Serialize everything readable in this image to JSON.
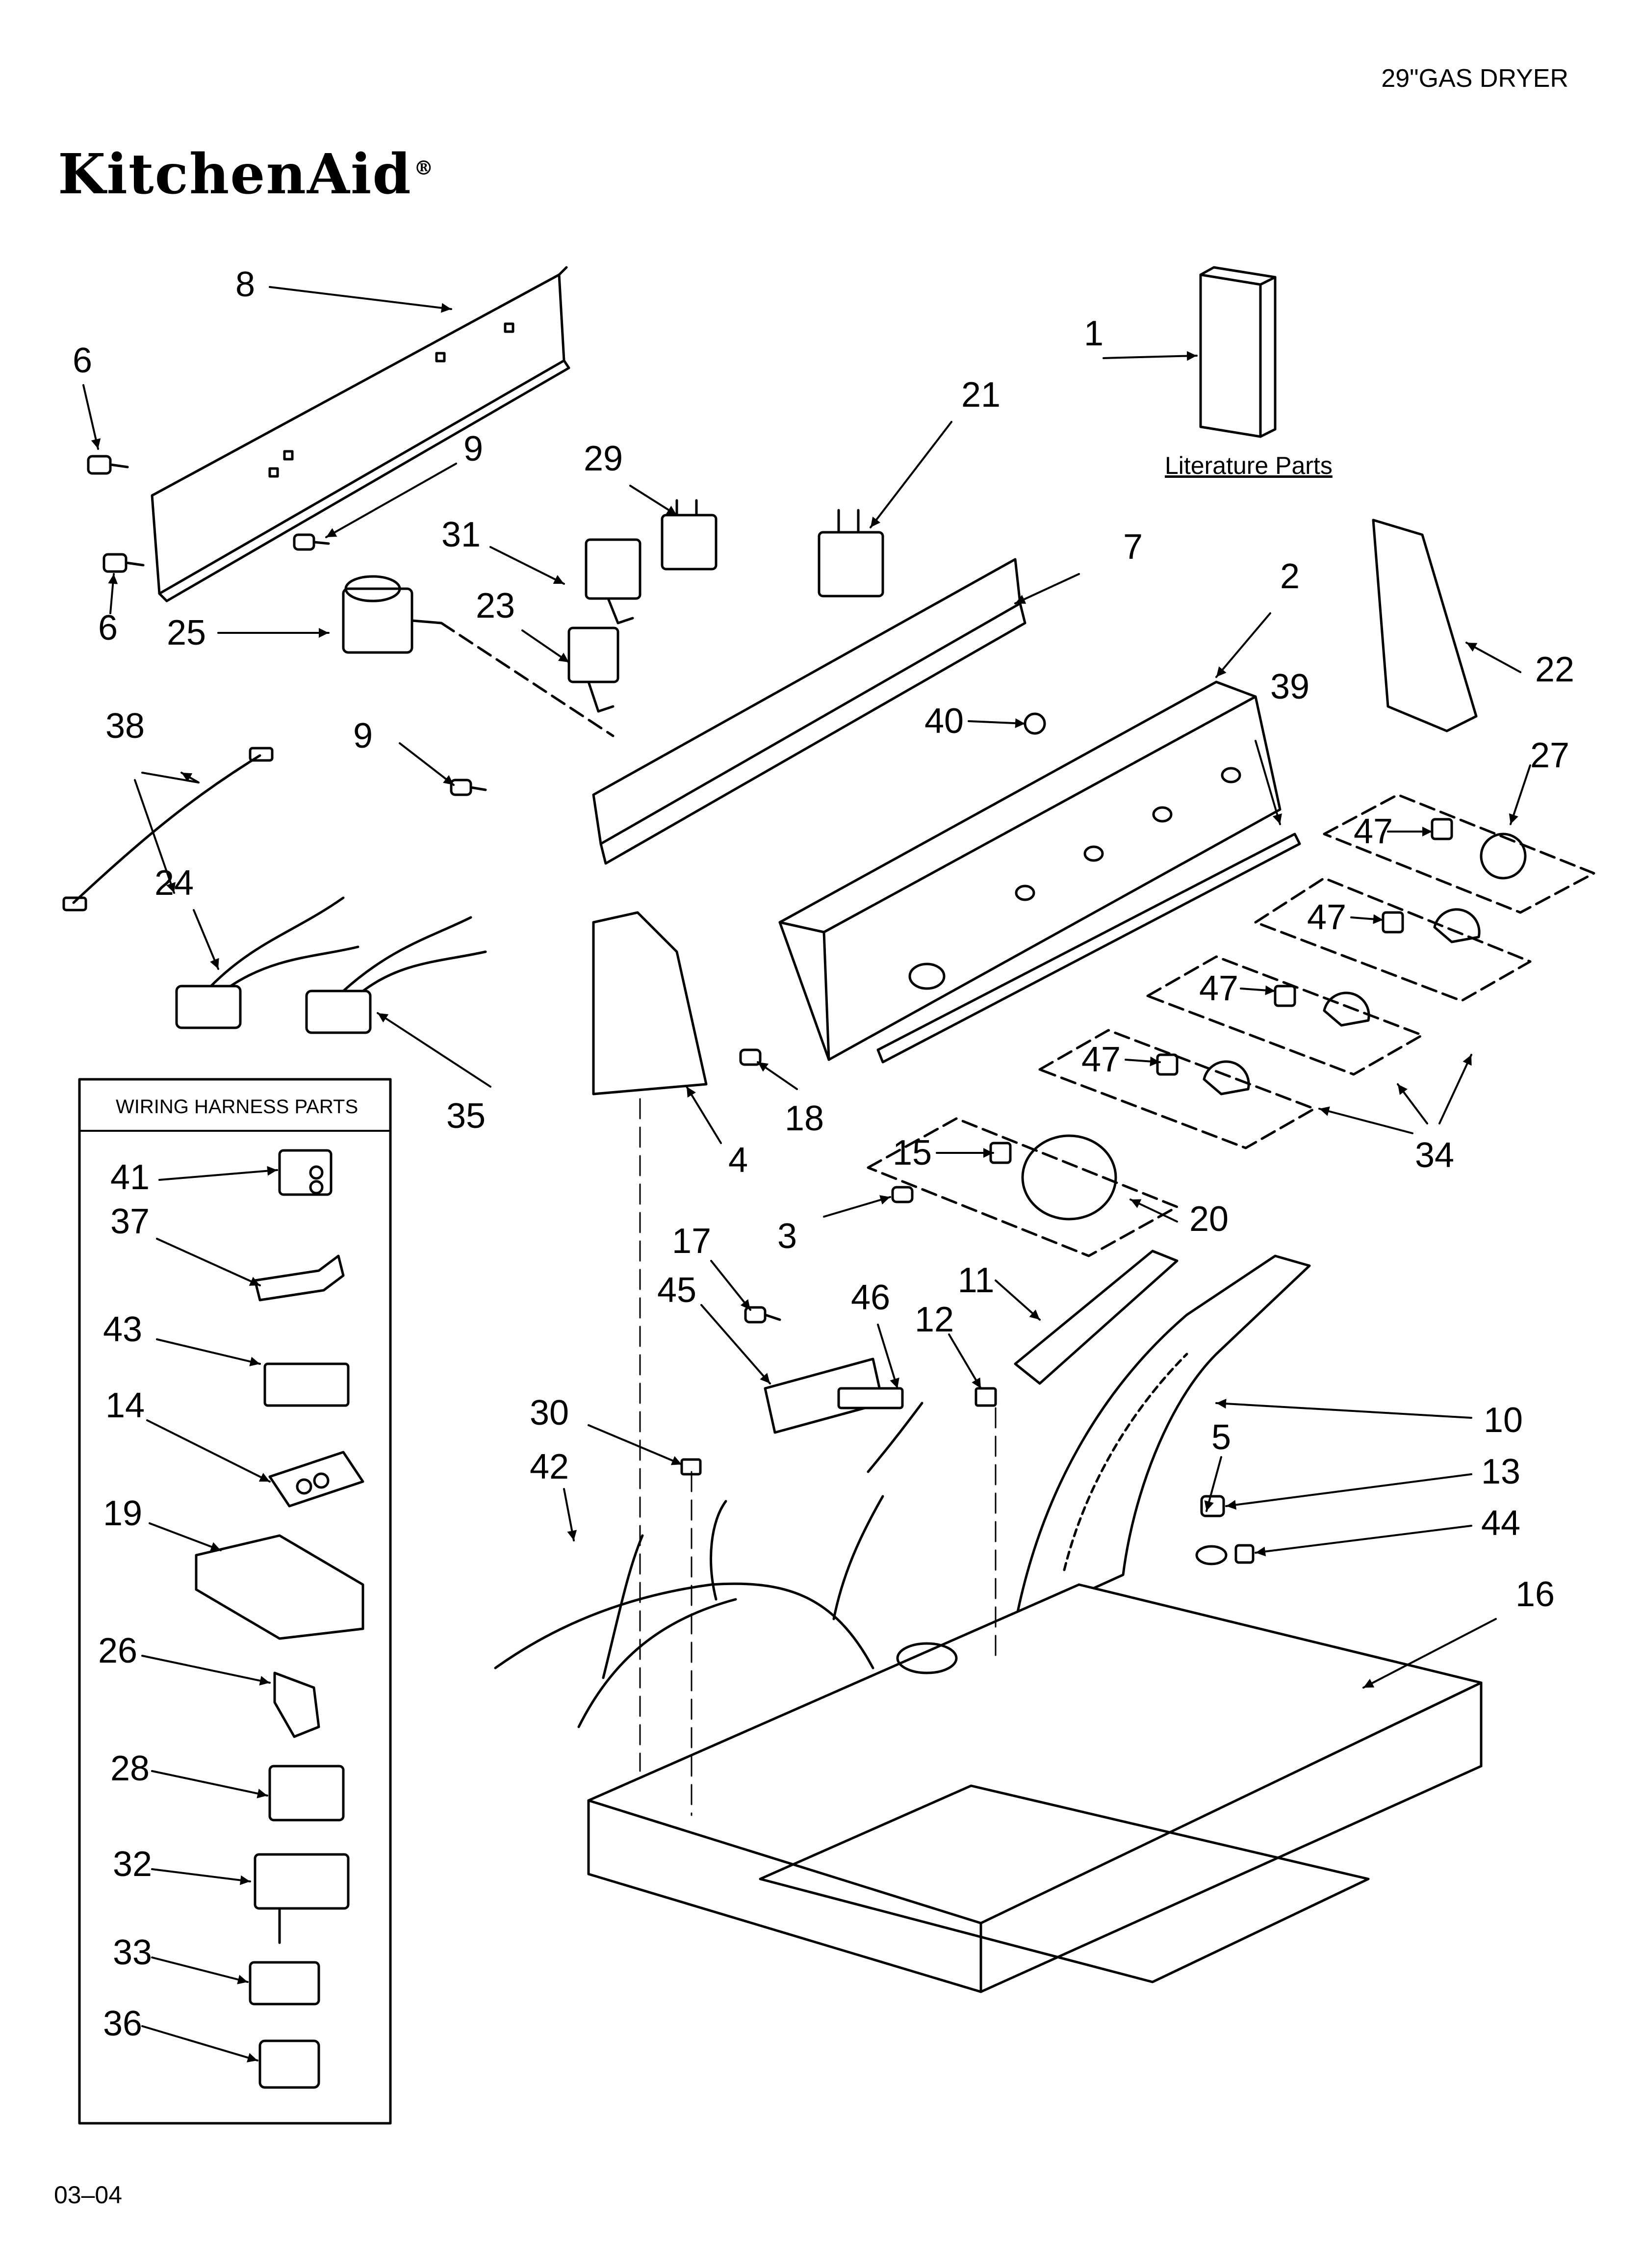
{
  "header": {
    "title": "29\"GAS DRYER",
    "brand": "KitchenAid",
    "brand_mark": "®"
  },
  "footer": {
    "date_code": "03–04"
  },
  "literature": {
    "label": "Literature Parts"
  },
  "wiring_harness": {
    "title": "WIRING HARNESS PARTS"
  },
  "part_numbers": {
    "p1": "1",
    "p2": "2",
    "p3": "3",
    "p4": "4",
    "p5": "5",
    "p6": "6",
    "p7": "7",
    "p8": "8",
    "p9": "9",
    "p10": "10",
    "p11": "11",
    "p12": "12",
    "p13": "13",
    "p14": "14",
    "p15": "15",
    "p16": "16",
    "p17": "17",
    "p18": "18",
    "p19": "19",
    "p20": "20",
    "p21": "21",
    "p22": "22",
    "p23": "23",
    "p24": "24",
    "p25": "25",
    "p26": "26",
    "p27": "27",
    "p28": "28",
    "p29": "29",
    "p30": "30",
    "p31": "31",
    "p32": "32",
    "p33": "33",
    "p34": "34",
    "p35": "35",
    "p36": "36",
    "p37": "37",
    "p38": "38",
    "p39": "39",
    "p40": "40",
    "p41": "41",
    "p42": "42",
    "p43": "43",
    "p44": "44",
    "p45": "45",
    "p46": "46",
    "p47": "47"
  }
}
